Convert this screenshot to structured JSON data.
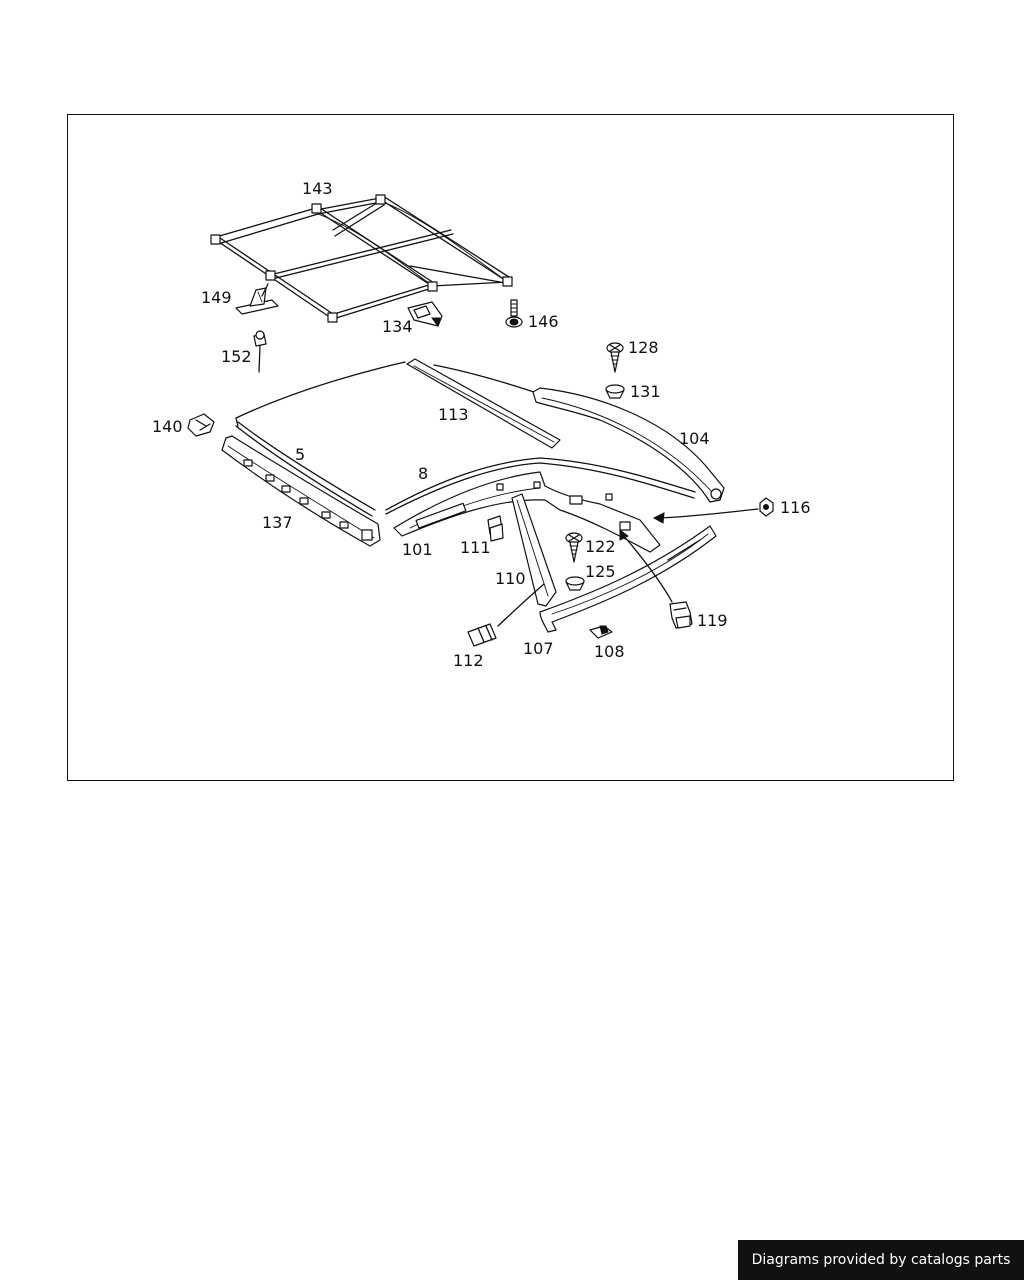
{
  "diagram": {
    "part_labels": [
      {
        "id": "143",
        "text": "143"
      },
      {
        "id": "149",
        "text": "149"
      },
      {
        "id": "134",
        "text": "134"
      },
      {
        "id": "146",
        "text": "146"
      },
      {
        "id": "152",
        "text": "152"
      },
      {
        "id": "128",
        "text": "128"
      },
      {
        "id": "131",
        "text": "131"
      },
      {
        "id": "113",
        "text": "113"
      },
      {
        "id": "104",
        "text": "104"
      },
      {
        "id": "140",
        "text": "140"
      },
      {
        "id": "5",
        "text": "5"
      },
      {
        "id": "8",
        "text": "8"
      },
      {
        "id": "116",
        "text": "116"
      },
      {
        "id": "137",
        "text": "137"
      },
      {
        "id": "101",
        "text": "101"
      },
      {
        "id": "111",
        "text": "111"
      },
      {
        "id": "122",
        "text": "122"
      },
      {
        "id": "125",
        "text": "125"
      },
      {
        "id": "110",
        "text": "110"
      },
      {
        "id": "119",
        "text": "119"
      },
      {
        "id": "112",
        "text": "112"
      },
      {
        "id": "107",
        "text": "107"
      },
      {
        "id": "108",
        "text": "108"
      }
    ]
  },
  "footer": {
    "credit": "Diagrams provided by catalogs parts"
  },
  "colors": {
    "ink": "#111111",
    "paper": "#ffffff",
    "banner": "#111111"
  }
}
